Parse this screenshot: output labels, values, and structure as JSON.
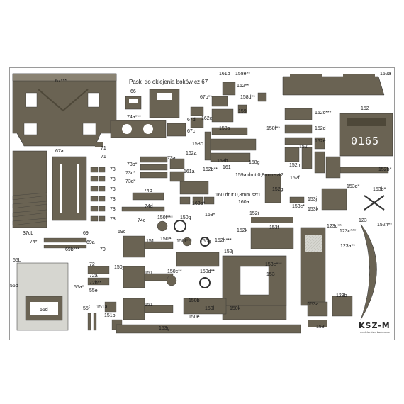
{
  "sheet_title": "Paski do oklejenia boków cz 67",
  "plate_number": "0165",
  "brand": {
    "logo": "KSZ-M",
    "subtitle": "modelarstwo kartonowe"
  },
  "colors": {
    "olive": "#6a6353",
    "olive_dark": "#4e4839",
    "grey_light": "#d6d6d0",
    "paper": "#ffffff",
    "border": "#9a9a9a"
  },
  "labels": {
    "l67": "67***",
    "l66": "66",
    "l67c_small": "67c",
    "l74a": "74a***",
    "l67d": "67d",
    "l67c": "67c",
    "l161b": "161b",
    "l158e": "158e**",
    "l162": "162**",
    "l158d": "158d**",
    "l67b": "67b**",
    "l159": "159",
    "l162c": "162c",
    "l158a": "158a",
    "l158c": "158c",
    "l158f": "158f**",
    "l152c": "152c***",
    "l152d": "152d",
    "l152e": "152e",
    "l152": "152",
    "l152a": "152a",
    "l152l": "152l",
    "l152m": "152m",
    "l152b": "152b*",
    "l67a": "67a",
    "l71a": "71",
    "l71b": "71",
    "l73a": "73a",
    "l73b": "73b*",
    "l73c": "73c*",
    "l73d": "73d*",
    "l162a": "162a",
    "l161a": "161a",
    "l162b": "162b**",
    "l161": "161",
    "l158b": "158b",
    "l158g": "158g",
    "l159a": "159a drut 0,8mm szt2",
    "l160": "160 drut 0,8mm szt1",
    "l160a": "160a",
    "l163a": "163a*",
    "l163": "163*",
    "l74b": "74b",
    "l74d": "74d",
    "l74c": "74c",
    "l73_1": "73",
    "l73_2": "73",
    "l73_3": "73",
    "l73_4": "73",
    "l73_5": "73",
    "l73_6": "73",
    "l153d": "153d*",
    "l153b": "153b*",
    "l153j": "153j",
    "l153c": "153c*",
    "l153k": "153k",
    "l152g": "152g",
    "l152f": "152f",
    "l152i": "152i",
    "l152k": "152k",
    "l153f": "153f",
    "l123": "123",
    "l152n": "152n**",
    "l123d": "123d**",
    "l123c": "123c***",
    "l123a": "123a**",
    "l69c": "69c",
    "l150f_a": "150f***",
    "l150g_a": "150g",
    "l37cl": "37cL",
    "l69": "69",
    "l74": "74*",
    "l69a": "69a",
    "l69b": "69b***",
    "l70": "70",
    "l151_1": "151",
    "l150e": "150e",
    "l150f_b": "150f***",
    "l150g_b": "150g",
    "l152h": "152h***",
    "l152j": "152j",
    "l55l": "55L",
    "l72": "72",
    "l150j": "150j",
    "l153e": "153e***",
    "l153": "153",
    "l55b": "55b",
    "l72a": "72a",
    "l72b": "72b**",
    "l55a": "55a*",
    "l55e": "55e",
    "l151_2": "151",
    "l150c": "150c**",
    "l150d": "150d**",
    "l55d": "55d",
    "l151_3": "151",
    "l150b": "150b",
    "l150e_b": "150e",
    "l151a": "151a",
    "l151b": "151b",
    "l55f": "55f",
    "l150l": "150l",
    "l150k": "150k",
    "l153a": "153a",
    "l123b": "123b",
    "l153g": "153g",
    "l153i": "153i"
  }
}
